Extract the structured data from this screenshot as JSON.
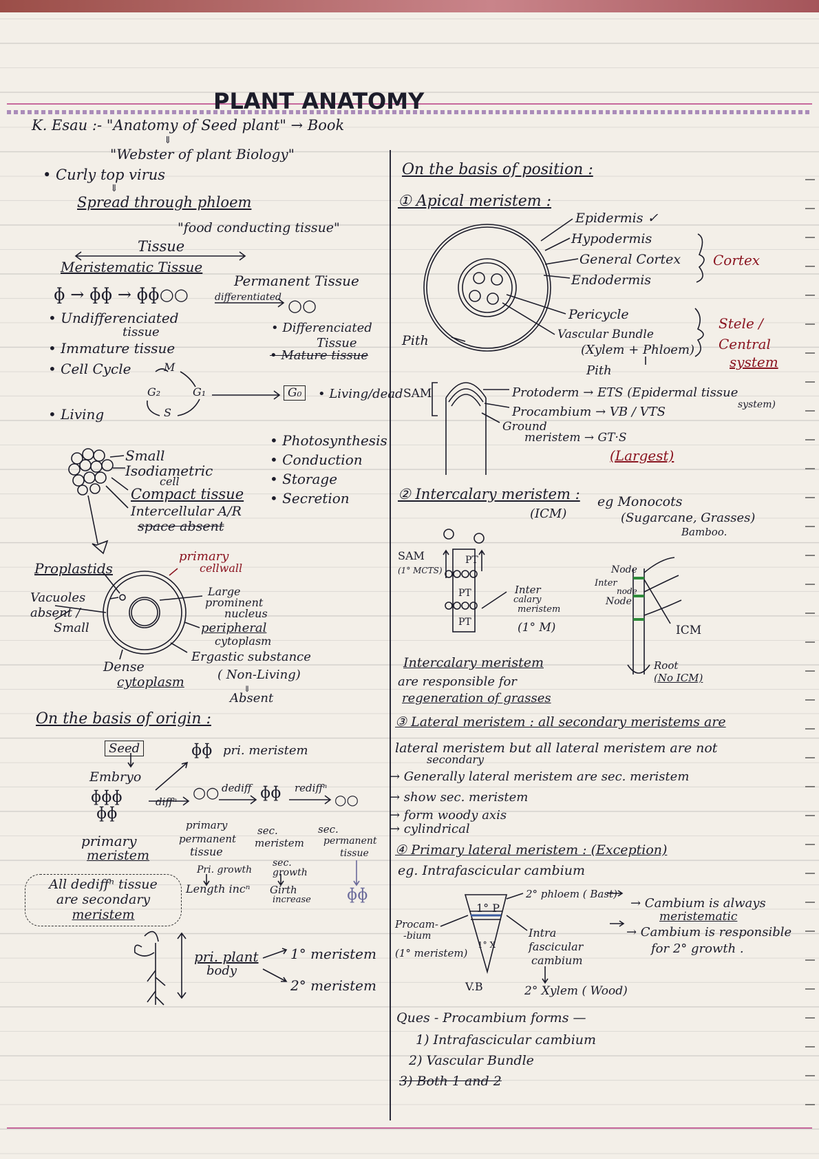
{
  "title": "PLANT ANATOMY",
  "left": {
    "ref_line": "K. Esau :- \"Anatomy of Seed plant\" → Book",
    "ref_arrow": "⇓",
    "ref_sub": "\"Webster of plant Biology\"",
    "virus": "• Curly top virus",
    "virus_arrow": "⇓",
    "spread": "Spread through phloem",
    "food": "\"food conducting tissue\"",
    "tissue": "Tissue",
    "meristematic": "Meristematic Tissue",
    "permanent": "Permanent Tissue",
    "cells_seq": "ɸ → ɸɸ → ɸɸ○○",
    "differentiated_label": "differentiated",
    "cells_end": "○○",
    "undiff": "• Undifferenciated",
    "undiff2": "tissue",
    "diff": "• Differenciated",
    "diff2": "Tissue",
    "immature": "• Immature tissue",
    "mature": "• Mature tissue",
    "cellcycle": "• Cell Cycle",
    "cc_m": "M",
    "cc_g2": "G₂",
    "cc_g1": "G₁",
    "cc_s": "S",
    "g0": "G₀",
    "living_dead": "• Living/dead",
    "living": "• Living",
    "functions": [
      "• Photosynthesis",
      "• Conduction",
      "• Storage",
      "• Secretion"
    ],
    "cell_props": [
      "Small",
      "Isodiametric",
      "cell",
      "Compact tissue",
      "Intercellular A/R",
      "space absent"
    ],
    "proplastids": "Proplastids",
    "primary_cellwall": [
      "primary",
      "cellwall"
    ],
    "vacuoles": [
      "Vacuoles",
      "absent /",
      "Small"
    ],
    "nucleus": [
      "Large",
      "prominent",
      "nucleus"
    ],
    "peripheral": [
      "peripheral",
      "cytoplasm"
    ],
    "ergastic": "Ergastic substance",
    "non_living": "( Non-Living)",
    "absent_arrow": "⇓",
    "absent": "Absent",
    "dense": [
      "Dense",
      "cytoplasm"
    ],
    "origin_heading": "On the basis of origin :",
    "seed": "Seed",
    "embryo": "Embryo",
    "pri_meristem": "pri. meristem",
    "diffn": "diffⁿ",
    "dediff": "dediff",
    "rediff": "rediffⁿ",
    "primary_meristem": [
      "primary",
      "meristem"
    ],
    "primary_permanent": [
      "primary",
      "permanent",
      "tissue"
    ],
    "sec_meristem": [
      "sec.",
      "meristem"
    ],
    "sec_permanent": [
      "sec.",
      "permanent",
      "tissue"
    ],
    "pri_growth": [
      "Pri. growth",
      "Length incⁿ"
    ],
    "sec_growth": [
      "sec.",
      "growth",
      "Girth",
      "increase"
    ],
    "bubble": [
      "All dediffⁿ tissue",
      "are secondary",
      "meristem"
    ],
    "pri_plant": [
      "pri. plant",
      "body"
    ],
    "m1": "1° meristem",
    "m2": "2° meristem"
  },
  "right": {
    "position_heading": "On the basis of position :",
    "apical": "① Apical meristem :",
    "layers": [
      "Epidermis ✓",
      "Hypodermis",
      "General Cortex",
      "Endodermis",
      "Pericycle",
      "Vascular Bundle",
      "(Xylem + Phloem)"
    ],
    "cortex": "Cortex",
    "stele": [
      "Stele /",
      "Central",
      "system"
    ],
    "pith_left": "Pith",
    "pith_bottom": "Pith",
    "sam": "SAM",
    "protoderm": "Protoderm → ETS (Epidermal tissue",
    "system": "system)",
    "procambium": "Procambium → VB / VTS",
    "ground": "Ground",
    "ground2": "meristem → GT·S",
    "largest": "(Largest)",
    "intercalary": "② Intercalary meristem :",
    "icm": "(ICM)",
    "eg_monocots": "eg Monocots",
    "sugarcane": "(Sugarcane, Grasses)",
    "bamboo": "Bamboo.",
    "sam2": "SAM",
    "m1_mcts": "(1° MCTS)",
    "pt": [
      "PT",
      "PT",
      "PT"
    ],
    "intercalary_small": [
      "Inter",
      "calary",
      "meristem"
    ],
    "one_m": "(1° M)",
    "node": "Node",
    "internode": [
      "Inter",
      "node"
    ],
    "node2": "Node",
    "icm_label": "ICM",
    "root": "Root",
    "no_icm": "(No ICM)",
    "regen": [
      "Intercalary meristem",
      "are responsible for",
      "regeneration of grasses"
    ],
    "lateral": "③ Lateral meristem : all secondary meristems are",
    "lateral2": "lateral meristem but all lateral meristem are not",
    "lateral3": "secondary",
    "bullets": [
      "→ Generally lateral meristem are sec. meristem",
      "→ show sec. meristem",
      "→ form woody axis",
      "→ cylindrical"
    ],
    "primary_lateral": "④ Primary lateral meristem : (Exception)",
    "eg_intra": "eg. Intrafascicular cambium",
    "one_p": "1° P",
    "two_phloem": "2° phloem ( Bast)",
    "procambium_small": [
      "Procam-",
      "-bium",
      "(1° meristem)"
    ],
    "one_x": "1° X",
    "intra_small": [
      "Intra",
      "fascicular",
      "cambium"
    ],
    "vb": "V.B",
    "two_xylem": "2° Xylem ( Wood)",
    "cambium_notes": [
      "→ Cambium is always",
      "meristematic",
      "→ Cambium is responsible",
      "for 2° growth ."
    ],
    "ques": "Ques - Procambium forms —",
    "options": [
      "1) Intrafascicular cambium",
      "2) Vascular Bundle",
      "3) Both 1 and 2"
    ]
  }
}
